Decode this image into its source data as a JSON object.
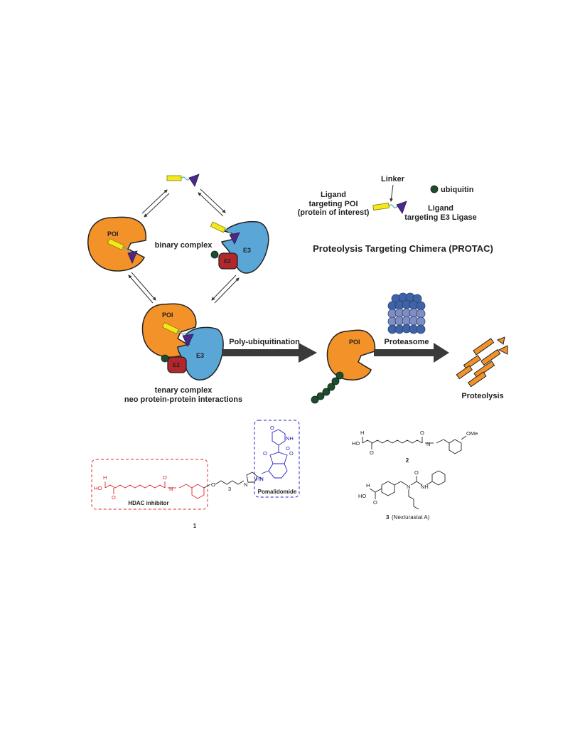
{
  "legend": {
    "linker": "Linker",
    "ubiquitin": "ubiquitin",
    "ligand_poi_1": "Ligand",
    "ligand_poi_2": "targeting POI",
    "ligand_poi_3": "(protein of interest)",
    "ligand_e3_1": "Ligand",
    "ligand_e3_2": "targeting E3 Ligase",
    "title": "Proteolysis Targeting Chimera (PROTAC)"
  },
  "scheme": {
    "poi": "POI",
    "e3": "E3",
    "e2": "E2",
    "binary": "binary complex",
    "tenary_1": "tenary complex",
    "tenary_2": "neo protein-protein interactions",
    "poly": "Poly-ubiquitination",
    "proteasome": "Proteasome",
    "proteolysis": "Proteolysis"
  },
  "chemistry": {
    "hdac_label": "HDAC inhibitor",
    "pom_label": "Pomalidomide",
    "cmpd1": "1",
    "cmpd2": "2",
    "cmpd3_num": "3",
    "cmpd3_name": "(Nexturastat A)",
    "ome": "OMe",
    "ho": "HO",
    "h": "H",
    "n": "N",
    "o": "O",
    "nh": "NH",
    "hn": "HN",
    "n_eq_n": "N",
    "sub3": "3"
  },
  "colors": {
    "poi": "#f39229",
    "e3": "#5aa7d7",
    "e2": "#b3262c",
    "ubiquitin": "#1f4d2e",
    "ligand_poi": "#f2e81c",
    "ligand_e3": "#4a2a86",
    "hdac": "#e0252a",
    "pomalidomide": "#2121c8"
  }
}
